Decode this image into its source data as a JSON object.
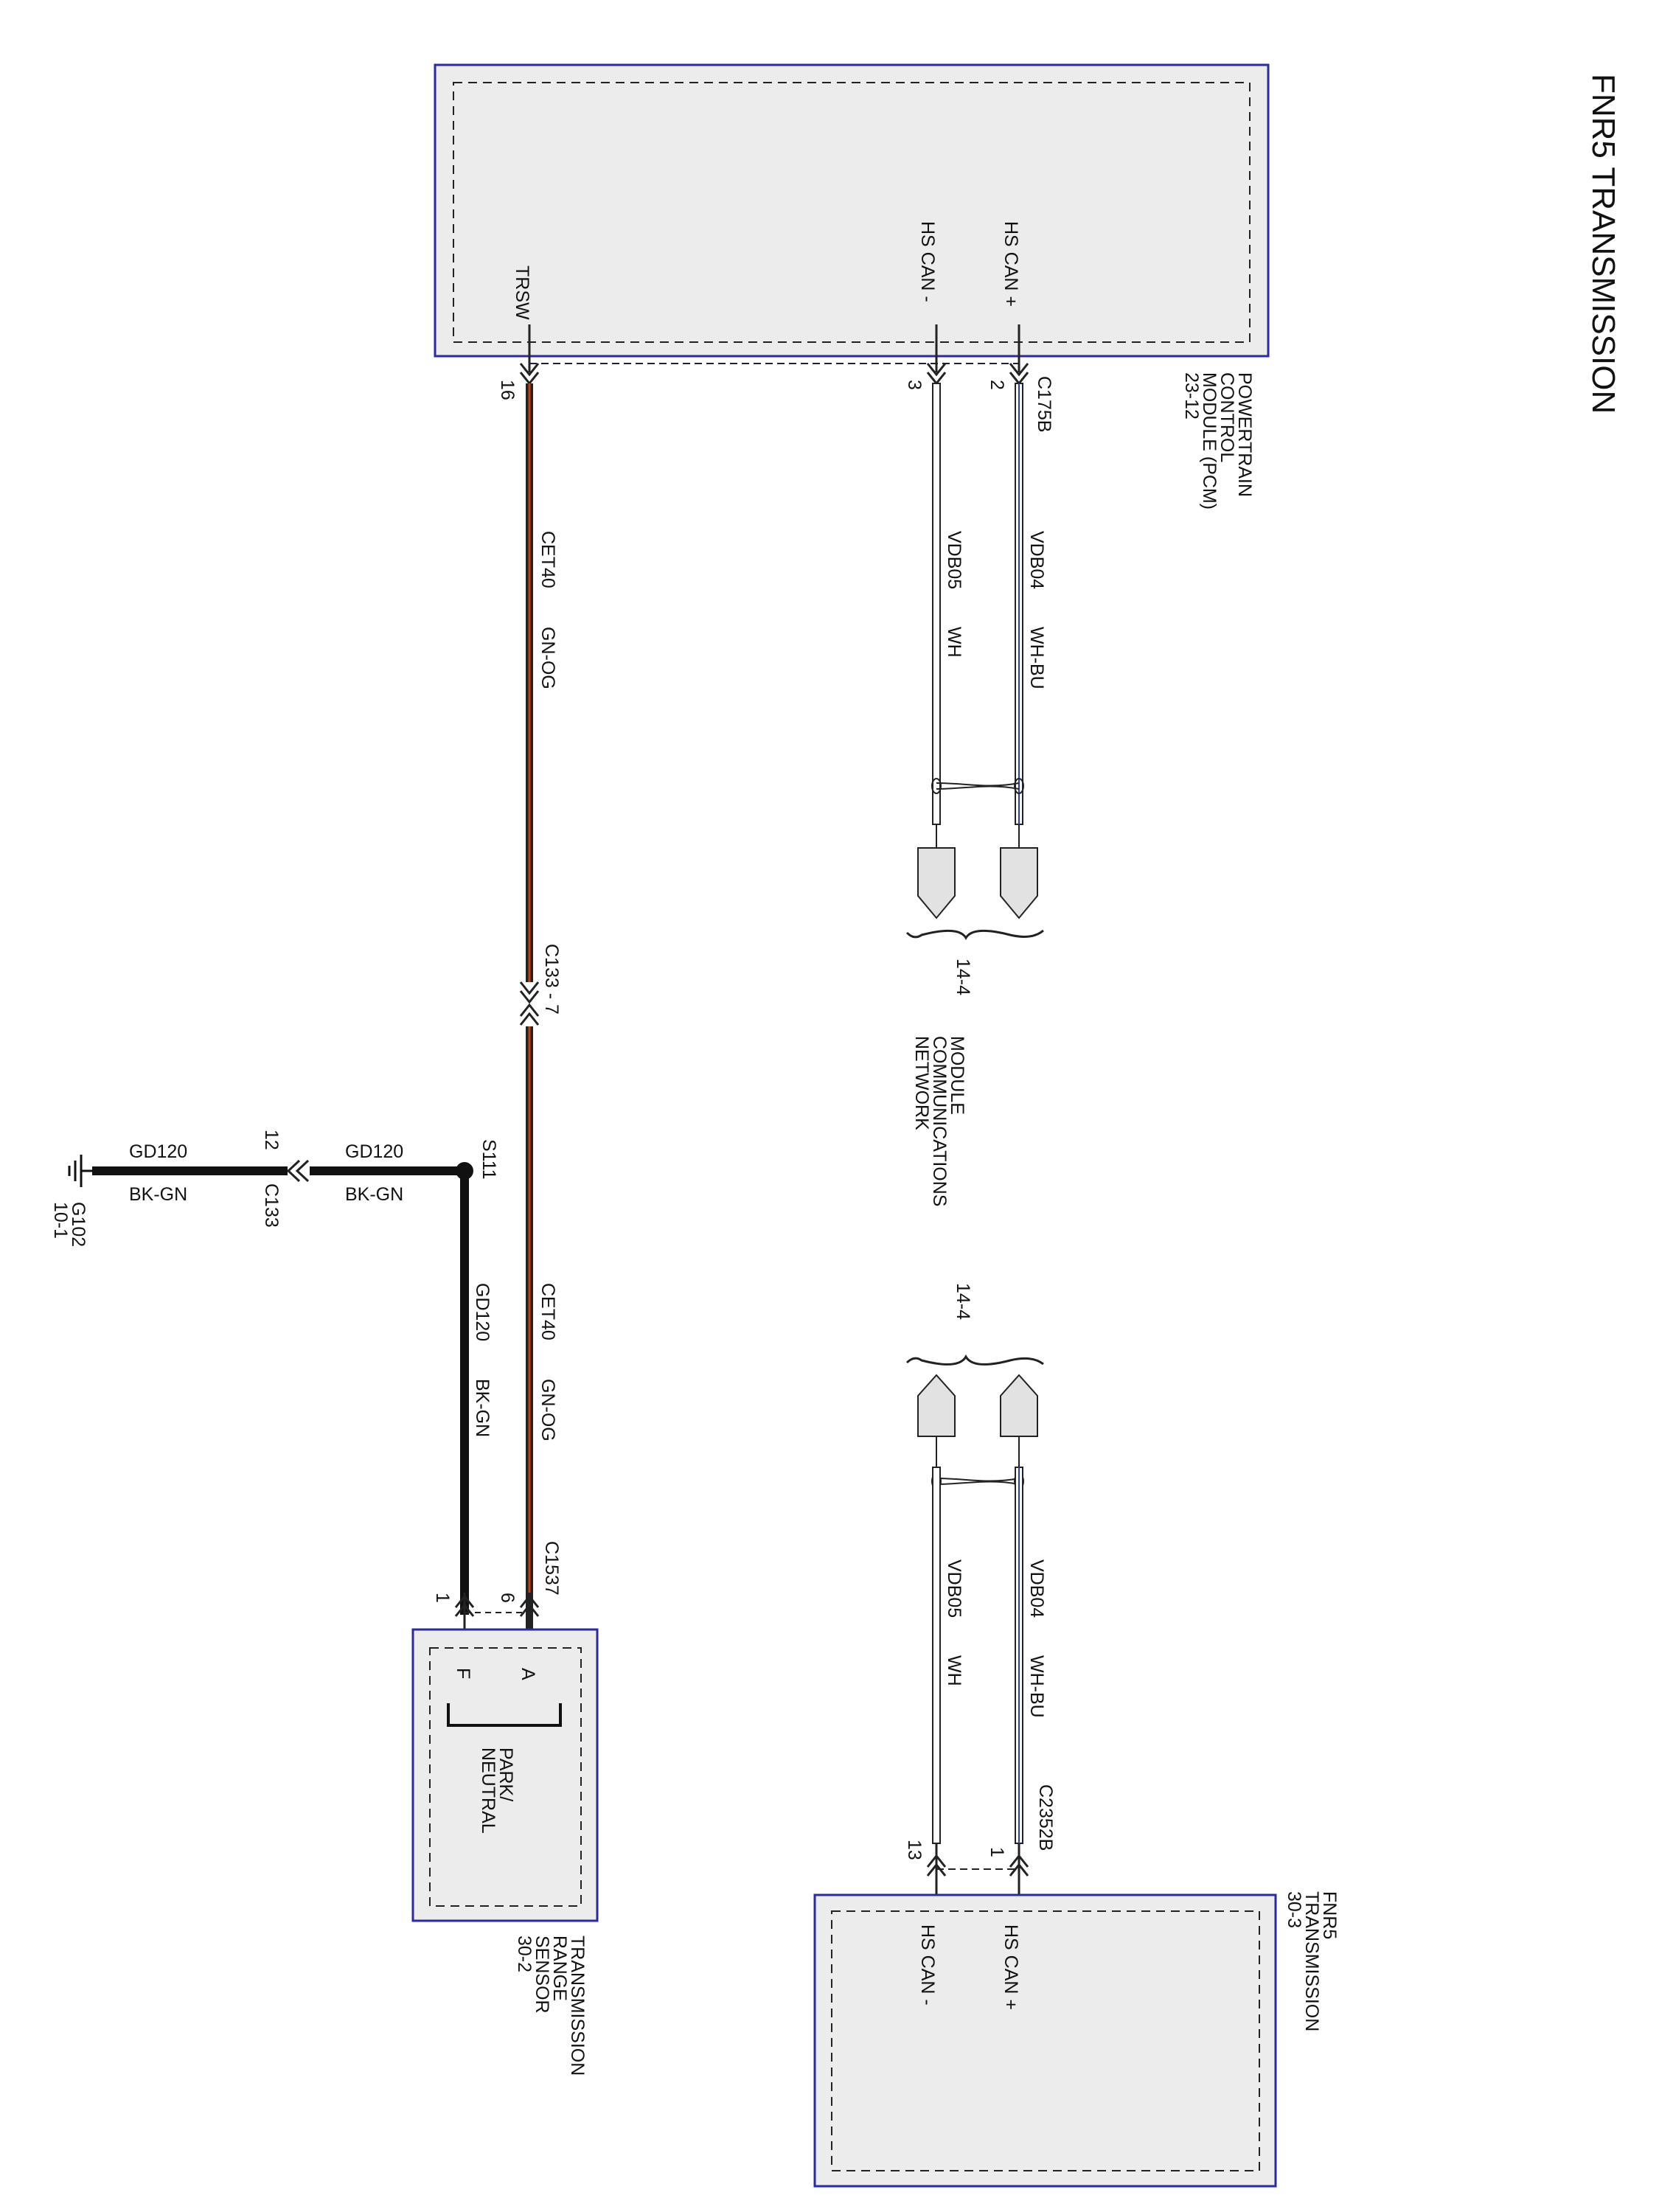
{
  "title": "FNR5 TRANSMISSION",
  "colors": {
    "module_border": "#2a2aa8",
    "module_fill": "#ececec",
    "wire_white": "#ffffff",
    "wire_blue_stripe": "#2a3fa0",
    "wire_green_orange": "#c2410c",
    "wire_black": "#111111"
  },
  "pcm": {
    "name_lines": [
      "POWERTRAIN",
      "CONTROL",
      "MODULE (PCM)",
      "23-12"
    ],
    "pins": {
      "trsw": "TRSW",
      "can_minus": "HS CAN -",
      "can_plus": "HS CAN +"
    },
    "connector": "C175B",
    "pin_numbers": {
      "trsw": "16",
      "can_minus": "3",
      "can_plus": "2"
    }
  },
  "can_upper": {
    "plus_circuit": "VDB04",
    "plus_color": "WH-BU",
    "minus_circuit": "VDB05",
    "minus_color": "WH"
  },
  "network_ref": {
    "top_page": "14-4",
    "bottom_page": "14-4",
    "name_lines": [
      "MODULE",
      "COMMUNICATIONS",
      "NETWORK"
    ]
  },
  "can_lower": {
    "plus_circuit": "VDB04",
    "plus_color": "WH-BU",
    "minus_circuit": "VDB05",
    "minus_color": "WH",
    "connector": "C2352B",
    "pin_plus": "1",
    "pin_minus": "13"
  },
  "tcm": {
    "name_lines": [
      "FNR5",
      "TRANSMISSION",
      "30-3"
    ],
    "pins": {
      "can_plus": "HS CAN +",
      "can_minus": "HS CAN -"
    }
  },
  "trsw_wire": {
    "circuit": "CET40",
    "color": "GN-OG",
    "inline_connector": "C133 - 7",
    "circuit_lower": "CET40",
    "color_lower": "GN-OG"
  },
  "ground_wire": {
    "splice": "S111",
    "circuit_a": "GD120",
    "color_a": "BK-GN",
    "connector": "C133",
    "pin": "12",
    "circuit_b": "GD120",
    "color_b": "BK-GN",
    "ground_id": "G102",
    "ground_page": "10-1",
    "vert_circuit": "GD120",
    "vert_color": "BK-GN"
  },
  "trs": {
    "connector": "C1537",
    "pin_a_num": "6",
    "pin_f_num": "1",
    "pin_a": "A",
    "pin_f": "F",
    "switch_label_lines": [
      "PARK/",
      "NEUTRAL"
    ],
    "name_lines": [
      "TRANSMISSION",
      "RANGE",
      "SENSOR",
      "30-2"
    ]
  }
}
